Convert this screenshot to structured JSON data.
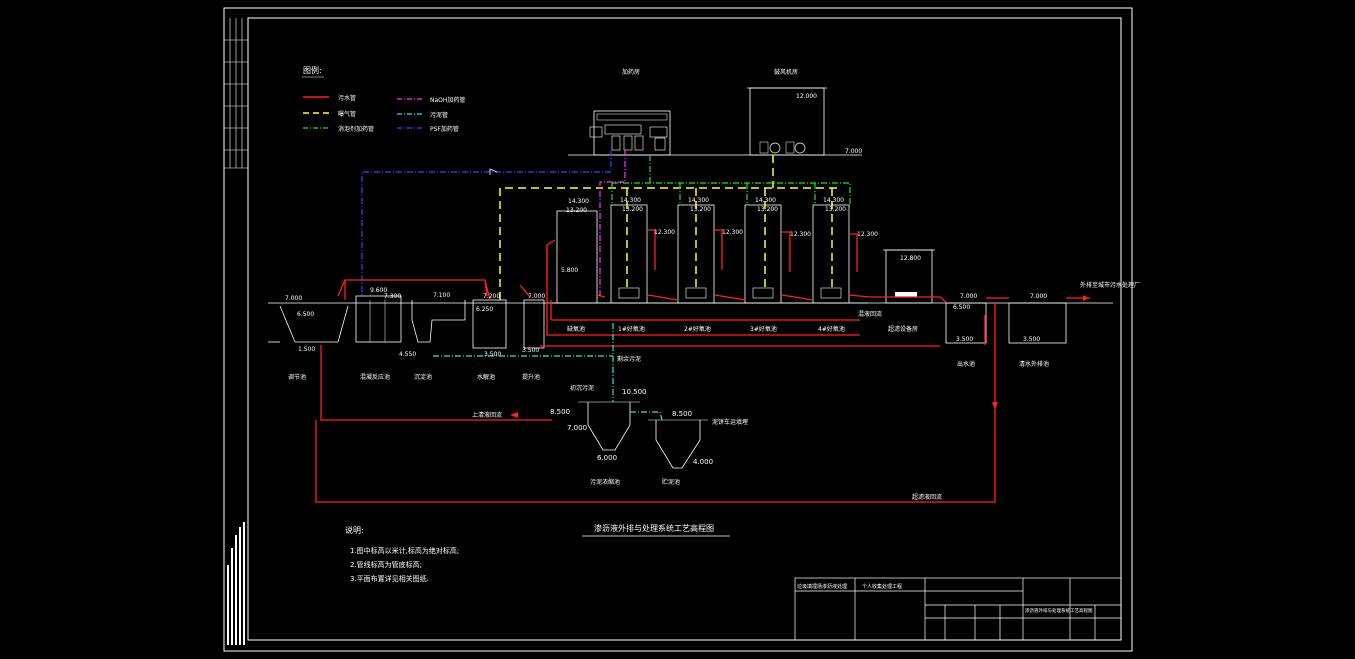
{
  "diagram": {
    "title": "渗沥液外排与处理系统工艺高程图",
    "legend": {
      "heading": "图例:",
      "items": [
        {
          "label": "污水管",
          "color": "#ff2020",
          "style": "solid"
        },
        {
          "label": "曝气管",
          "color": "#ffff30",
          "style": "dashed"
        },
        {
          "label": "消泡剂加药管",
          "color": "#20e020",
          "style": "dashdot"
        },
        {
          "label": "NaOH加药管",
          "color": "#ff30ff",
          "style": "dashdot"
        },
        {
          "label": "污泥管",
          "color": "#30e0e0",
          "style": "dashdot"
        },
        {
          "label": "PSF加药管",
          "color": "#4040ff",
          "style": "dashdot"
        }
      ]
    },
    "buildings": {
      "dosing_room": "加药房",
      "blower_room": "鼓风机房",
      "blower_elev": "12.000",
      "ground_elev": "7.000"
    },
    "units": [
      {
        "name": "调节池"
      },
      {
        "name": "混凝反应池"
      },
      {
        "name": "沉淀池"
      },
      {
        "name": "水解池"
      },
      {
        "name": "提升池"
      },
      {
        "name": "缺氧池"
      },
      {
        "name": "1#好氧池"
      },
      {
        "name": "2#好氧池"
      },
      {
        "name": "3#好氧池"
      },
      {
        "name": "4#好氧池"
      },
      {
        "name": "超滤设备房"
      },
      {
        "name": "出水池"
      },
      {
        "name": "清水外排池"
      },
      {
        "name": "污泥浓缩池"
      },
      {
        "name": "贮泥池"
      }
    ],
    "elevations": {
      "pool_top": "7.000",
      "pool_bottom": "1.500",
      "tank_top": "14.300",
      "tank_water": "13.200",
      "tank_inner": "12.300",
      "anoxic_mid": "5.800",
      "uf_room": "12.800",
      "outlet_water": "6.500",
      "outlet_bottom": "3.500",
      "sludge_pipe": "10.500",
      "thickener_water": "8.500",
      "thickener_top": "7.000",
      "thickener_bottom": "6.000",
      "storage_water": "8.500",
      "storage_bottom": "4.000",
      "small_a": "9.600",
      "small_b": "4.550",
      "small_c": "6.250",
      "small_d": "7.100",
      "small_e": "7.200",
      "small_f": "7.300"
    },
    "annotations": {
      "sludge_reflux": "剩余污泥",
      "initial_sludge": "初沉污泥",
      "supernatant": "上清液回流",
      "to_compaction": "泥饼车运填埋",
      "reflux": "混液回流",
      "uf_return": "超滤液回流",
      "external": "外排至城市污水处理厂"
    },
    "notes": {
      "heading": "说明:",
      "lines": [
        "1.图中标高以米计,标高为绝对标高;",
        "2.管线标高为管底标高;",
        "3.平面布置详见相关图纸."
      ]
    },
    "title_block": {
      "company": "垃圾填埋场渗沥液处理",
      "project": "个人收集处理工程",
      "drawing": "渗沥液外排与处理系统工艺高程图"
    }
  }
}
